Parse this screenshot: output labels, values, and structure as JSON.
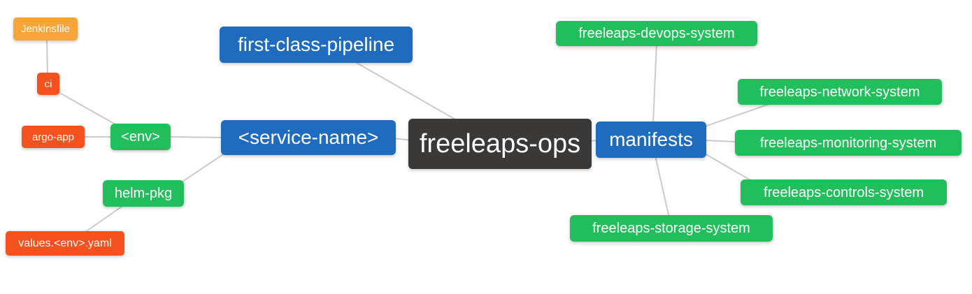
{
  "palette": {
    "background": "#ffffff",
    "edge_color": "#cbcbcb",
    "text_color": "#ffffff",
    "root_color": "#3b3838",
    "branch_color": "#1e6bbf",
    "leaf_color": "#20bf5b",
    "alert_color": "#f4511e",
    "file_color": "#f8a438"
  },
  "nodes": {
    "root": {
      "label": "freeleaps-ops",
      "color_role": "root"
    },
    "first_class_pipeline": {
      "label": "first-class-pipeline",
      "color_role": "branch"
    },
    "service_name": {
      "label": "<service-name>",
      "color_role": "branch"
    },
    "manifests": {
      "label": "manifests",
      "color_role": "branch"
    },
    "env": {
      "label": "<env>",
      "color_role": "leaf"
    },
    "helm_pkg": {
      "label": "helm-pkg",
      "color_role": "leaf"
    },
    "ci": {
      "label": "ci",
      "color_role": "alert"
    },
    "argo_app": {
      "label": "argo-app",
      "color_role": "alert"
    },
    "values_yaml": {
      "label": "values.<env>.yaml",
      "color_role": "alert"
    },
    "jenkinsfile": {
      "label": "Jenkinsfile",
      "color_role": "file"
    },
    "devops_system": {
      "label": "freeleaps-devops-system",
      "color_role": "leaf"
    },
    "network_system": {
      "label": "freeleaps-network-system",
      "color_role": "leaf"
    },
    "monitoring_system": {
      "label": "freeleaps-monitoring-system",
      "color_role": "leaf"
    },
    "controls_system": {
      "label": "freeleaps-controls-system",
      "color_role": "leaf"
    },
    "storage_system": {
      "label": "freeleaps-storage-system",
      "color_role": "leaf"
    }
  },
  "edges": [
    {
      "from": "jenkinsfile",
      "to": "ci"
    },
    {
      "from": "ci",
      "to": "env"
    },
    {
      "from": "argo_app",
      "to": "env"
    },
    {
      "from": "env",
      "to": "service_name"
    },
    {
      "from": "service_name",
      "to": "helm_pkg"
    },
    {
      "from": "helm_pkg",
      "to": "values_yaml"
    },
    {
      "from": "first_class_pipeline",
      "to": "root"
    },
    {
      "from": "service_name",
      "to": "root"
    },
    {
      "from": "root",
      "to": "manifests"
    },
    {
      "from": "manifests",
      "to": "devops_system"
    },
    {
      "from": "manifests",
      "to": "network_system"
    },
    {
      "from": "manifests",
      "to": "monitoring_system"
    },
    {
      "from": "manifests",
      "to": "controls_system"
    },
    {
      "from": "manifests",
      "to": "storage_system"
    }
  ]
}
